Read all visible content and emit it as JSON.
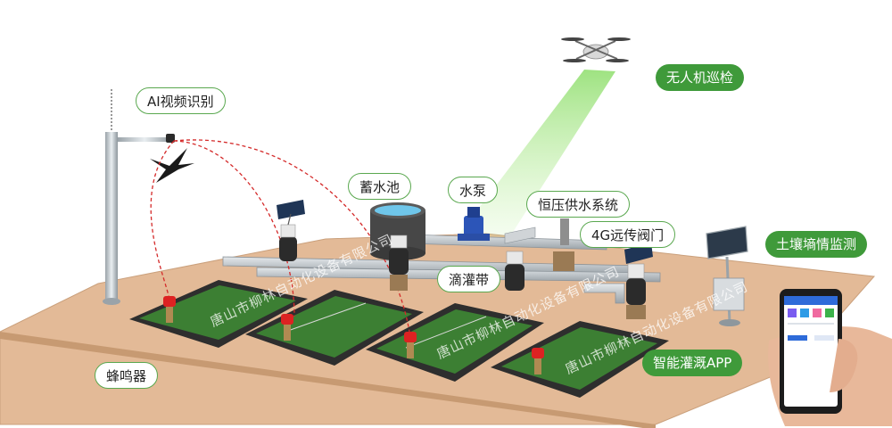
{
  "labels": {
    "ai_video": "AI视频识别",
    "drone": "无人机巡检",
    "reservoir": "蓄水池",
    "pump": "水泵",
    "const_pressure": "恒压供水系统",
    "valve_4g": "4G远传阀门",
    "soil_moisture": "土壤墒情监测",
    "drip": "滴灌带",
    "buzzer": "蜂鸣器",
    "app": "智能灌溉APP"
  },
  "watermark": "唐山市柳林自动化设备有限公司",
  "colors": {
    "label_green": "#3f9a3a",
    "board": "#e3ba97",
    "grass": "#3c7f33",
    "pipe": "#bcc3c8"
  }
}
